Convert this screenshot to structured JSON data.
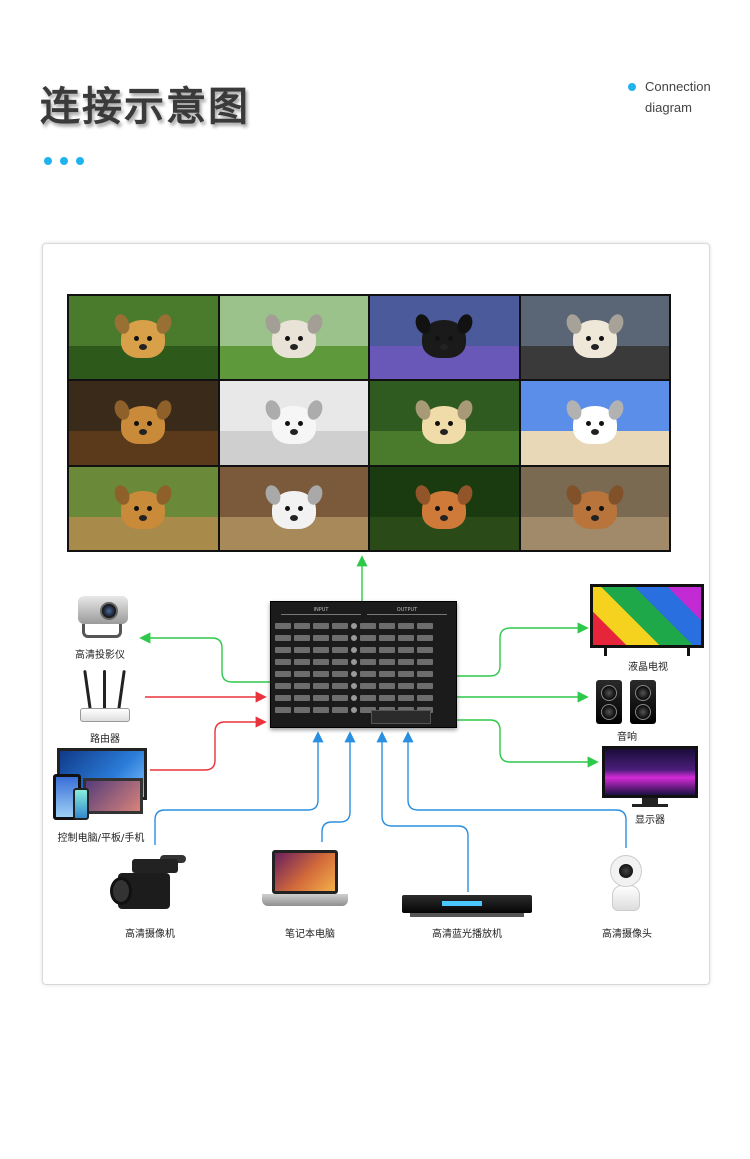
{
  "header": {
    "title": "连接示意图",
    "subtitle_line1": "Connection",
    "subtitle_line2": "diagram"
  },
  "matrix": {
    "input_label": "INPUT",
    "output_label": "OUTPUT"
  },
  "devices": {
    "projector": "高清投影仪",
    "router": "路由器",
    "pc_tablet_phone": "控制电脑/平板/手机",
    "camcorder": "高清摄像机",
    "laptop": "笔记本电脑",
    "bluray_player": "高清蓝光播放机",
    "ip_camera": "高清摄像头",
    "lcd_tv": "液晶电视",
    "speakers": "音响",
    "monitor": "显示器"
  },
  "colors": {
    "accent": "#1fb4ee",
    "output_arrow": "#2ec94a",
    "control_arrow": "#e8323c",
    "input_arrow": "#2a8fe0"
  },
  "video_wall": {
    "tiles": [
      {
        "bg": "#4a7a2c",
        "ground": "#2d5a1a",
        "dog": "#d9a04a"
      },
      {
        "bg": "#9bc28a",
        "ground": "#5e9a3c",
        "dog": "#e9e2d6"
      },
      {
        "bg": "#4a5a9a",
        "ground": "#6a58b8",
        "dog": "#1a1a1a"
      },
      {
        "bg": "#5a6676",
        "ground": "#3a3a3a",
        "dog": "#efe7d7"
      },
      {
        "bg": "#3a2a1a",
        "ground": "#5a3a1a",
        "dog": "#c98a3a"
      },
      {
        "bg": "#e8e8e8",
        "ground": "#cfcfcf",
        "dog": "#f6f6f6"
      },
      {
        "bg": "#2f5a20",
        "ground": "#4a7a2c",
        "dog": "#f0dca8"
      },
      {
        "bg": "#5b8ee8",
        "ground": "#e8d8b8",
        "dog": "#ffffff"
      },
      {
        "bg": "#6a8a3a",
        "ground": "#a88a4a",
        "dog": "#c98a3a"
      },
      {
        "bg": "#7a5a3a",
        "ground": "#a88a5a",
        "dog": "#f2f2f2"
      },
      {
        "bg": "#1a3a10",
        "ground": "#2a4a18",
        "dog": "#d07a3a"
      },
      {
        "bg": "#7a6a52",
        "ground": "#a08a6a",
        "dog": "#b8743a"
      }
    ]
  }
}
